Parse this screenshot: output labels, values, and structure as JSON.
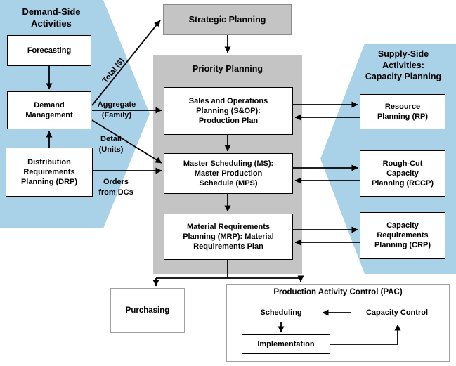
{
  "colors": {
    "panel_blue": "#A9D2E8",
    "container_gray": "#C4C4C4",
    "outer_border_gray": "#A0A0A0",
    "box_border": "#000000",
    "arrow": "#000000",
    "background": "#FFFFFF"
  },
  "demand_side": {
    "title": "Demand-Side\nActivities",
    "boxes": {
      "forecasting": "Forecasting",
      "demand_management": "Demand\nManagement",
      "drp": "Distribution\nRequirements\nPlanning (DRP)"
    }
  },
  "strategic_planning": "Strategic Planning",
  "priority_planning": {
    "title": "Priority Planning",
    "boxes": {
      "sop": "Sales and Operations\nPlanning (S&OP):\nProduction Plan",
      "ms": "Master Scheduling (MS):\nMaster Production\nSchedule (MPS)",
      "mrp": "Material Requirements\nPlanning (MRP): Material\nRequirements Plan"
    }
  },
  "supply_side": {
    "title": "Supply-Side\nActivities:\nCapacity Planning",
    "boxes": {
      "rp": "Resource\nPlanning (RP)",
      "rccp": "Rough-Cut\nCapacity\nPlanning (RCCP)",
      "crp": "Capacity\nRequirements\nPlanning (CRP)"
    }
  },
  "flow_labels": {
    "total": "Total ($)",
    "aggregate": "Aggregate\n(Family)",
    "detail": "Detail\n(Units)",
    "orders": "Orders\nfrom DCs"
  },
  "bottom": {
    "purchasing": "Purchasing",
    "pac": {
      "title": "Production Activity Control (PAC)",
      "scheduling": "Scheduling",
      "capacity_control": "Capacity Control",
      "implementation": "Implementation"
    }
  }
}
